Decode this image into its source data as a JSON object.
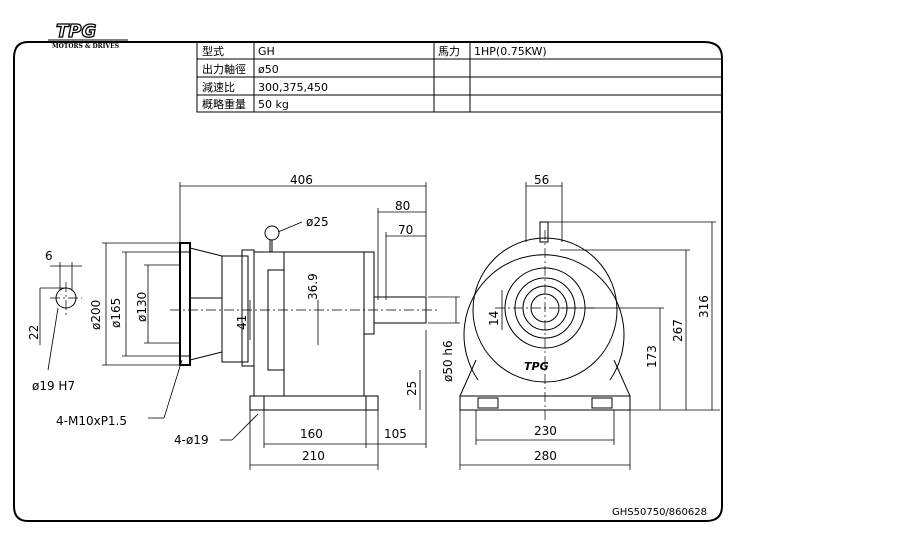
{
  "brand": {
    "logo": "TPG",
    "tagline": "MOTORS & DRIVES"
  },
  "spec_table": {
    "rows": [
      {
        "label": "型式",
        "value": "GH"
      },
      {
        "label": "出力軸徑",
        "value": "ø50"
      },
      {
        "label": "減速比",
        "value": "300,375,450"
      },
      {
        "label": "概略重量",
        "value": "50 kg"
      }
    ],
    "power_label": "馬力",
    "power_value": "1HP(0.75KW)"
  },
  "dimensions": {
    "overall_length": "406",
    "d80": "80",
    "d70": "70",
    "eyebolt": "ø25",
    "shaft_center": "36.9",
    "d41": "41",
    "flange_dia": "ø200",
    "pilot_dia": "ø165",
    "inner_dia": "ø130",
    "input_width": "6",
    "input_height": "22",
    "input_bore": "ø19  H7",
    "tapped_holes": "4-M10xP1.5",
    "base_holes": "4-ø19",
    "base_inner": "160",
    "base_offset": "105",
    "base_outer": "210",
    "output_shaft": "ø50  h6",
    "foot_height": "25",
    "front_width": "56",
    "keyway": "14",
    "center_height": "173",
    "d267": "267",
    "total_height": "316",
    "front_inner": "230",
    "front_outer": "280"
  },
  "drawing_no": "GHS50750/860628"
}
